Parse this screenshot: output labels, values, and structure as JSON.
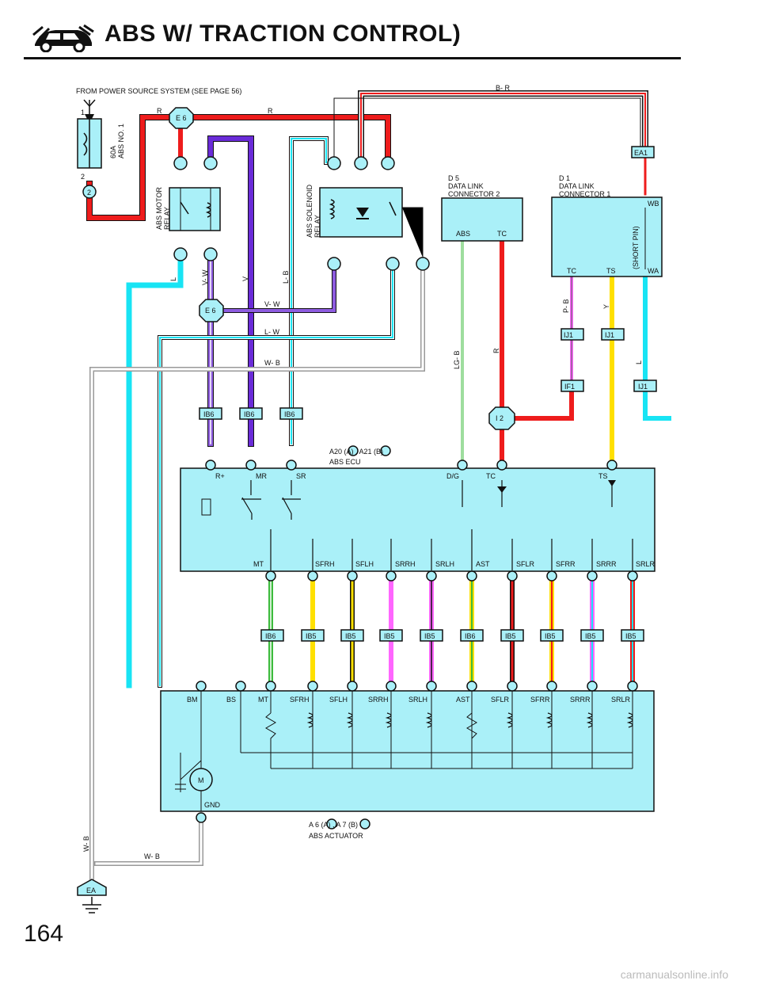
{
  "page": {
    "title": "ABS W/ TRACTION CONTROL)",
    "number": "164",
    "watermark": "carmanualsonline.info"
  },
  "power": {
    "source_note": "FROM POWER SOURCE SYSTEM (SEE PAGE 56)",
    "fuse_label": "60A\nABS NO. 1",
    "fuse_pin_top": "1",
    "fuse_pin_bottom": "2",
    "fuse_conn": "2"
  },
  "junctions": {
    "e6_top": "E 6",
    "e6_mid": "E 6",
    "i2": "I 2",
    "ea": "EA"
  },
  "components": {
    "motor_relay": "ABS MOTOR\nRELAY",
    "solenoid_relay": "ABS SOLENOID\nRELAY",
    "dlc2": {
      "ref": "D 5",
      "name": "DATA LINK\nCONNECTOR 2",
      "pins": [
        "ABS",
        "TC"
      ]
    },
    "dlc1": {
      "ref": "D 1",
      "name": "DATA LINK\nCONNECTOR 1",
      "pins": [
        "TC",
        "TS",
        "WB",
        "WA"
      ],
      "short_pin": "(SHORT PIN)"
    },
    "ecu": {
      "refs": "A20 (A) , A21 (B)",
      "name": "ABS ECU",
      "top_pins": [
        "R+",
        "MR",
        "SR",
        "D/G",
        "TC",
        "TS"
      ],
      "bottom_pins": [
        "MT",
        "SFRH",
        "SFLH",
        "SRRH",
        "SRLH",
        "AST",
        "SFLR",
        "SFRR",
        "SRRR",
        "SRLR"
      ]
    },
    "actuator": {
      "refs": "A 6 (A) , A 7 (B)",
      "name": "ABS ACTUATOR",
      "pins": [
        "BM",
        "BS",
        "MT",
        "SFRH",
        "SFLH",
        "SRRH",
        "SRLH",
        "AST",
        "SFLR",
        "SFRR",
        "SRRR",
        "SRLR"
      ],
      "gnd": "GND",
      "motor": "M"
    }
  },
  "wire_labels": {
    "r": "R",
    "br": "B- R",
    "l": "L",
    "vw": "V- W",
    "v": "V",
    "lb": "L- B",
    "lw": "L- W",
    "wb": "W- B",
    "lgb": "LG- B",
    "pb": "P- B",
    "y": "Y"
  },
  "connectors": {
    "ea1": "EA1",
    "ij1": "IJ1",
    "if1": "IF1",
    "ib6": "IB6",
    "ib5": "IB5"
  },
  "colors": {
    "red": "#ee1c1c",
    "blue_l": "#18e4f4",
    "violet": "#6a2bd8",
    "violet_light": "#8e5ce0",
    "green": "#3dbb3d",
    "yellow": "#ffe000",
    "pink": "#ff66ff",
    "gray": "#999999",
    "box_fill": "#aaf0f8"
  }
}
